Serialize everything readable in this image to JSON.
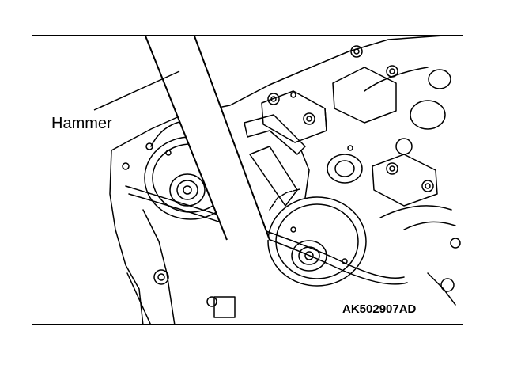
{
  "figure": {
    "callout_label": "Hammer",
    "figure_id": "AK502907AD"
  },
  "colors": {
    "line": "#000000",
    "fill": "#ffffff",
    "shade": "#d8d8d8"
  },
  "icons": {
    "illustration": "engine-cam-sprocket-line-art"
  }
}
